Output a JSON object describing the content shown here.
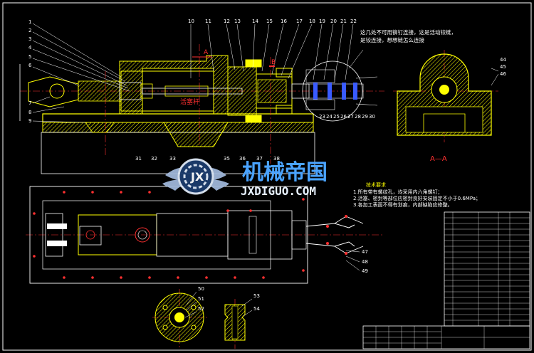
{
  "drawing": {
    "part_numbers_left": [
      "1",
      "2",
      "3",
      "4",
      "5",
      "6",
      "7",
      "8",
      "9"
    ],
    "part_numbers_top": [
      "10",
      "11",
      "12",
      "13",
      "14",
      "15",
      "16",
      "17",
      "18",
      "19",
      "20",
      "21",
      "22"
    ],
    "part_numbers_bottom_row": [
      "31",
      "32",
      "33",
      "35",
      "36",
      "37",
      "38"
    ],
    "part_numbers_detail_bottom": [
      "23",
      "24",
      "25",
      "26",
      "27",
      "28",
      "29",
      "30"
    ],
    "part_numbers_right_view": [
      "44",
      "45",
      "46"
    ],
    "part_numbers_plan": [
      "47",
      "48",
      "49"
    ],
    "part_numbers_details": [
      "50",
      "51",
      "52",
      "53",
      "54"
    ],
    "section_marker_a": "A",
    "section_marker_b": "B",
    "section_label": "A—A",
    "red_callout": "活塞杆",
    "detail_note": "这几处不可用铆钉连接，这是活动铰链，是铰连接，想想链怎么连接",
    "tech_req_title": "技术要求",
    "tech_req_lines": [
      "1.所有带有螺纹孔，均采用内六角螺钉；",
      "2.活塞、密封等部位应密封良好安装固定不小于0.6MPa；",
      "3.各加工表面不得有划痕，内部缺陷应修整。"
    ]
  },
  "watermark": {
    "cn": "机械帝国",
    "en": "JXDIGUO.COM"
  },
  "colors": {
    "background": "#000000",
    "outline": "#ffff00",
    "centerline": "#ff3030",
    "leader": "#ffffff",
    "hatch": "#ffff00",
    "part_blue": "#3a5bff",
    "part_cyan": "#00e0e0",
    "watermark_blue": "#4aa3ff"
  }
}
